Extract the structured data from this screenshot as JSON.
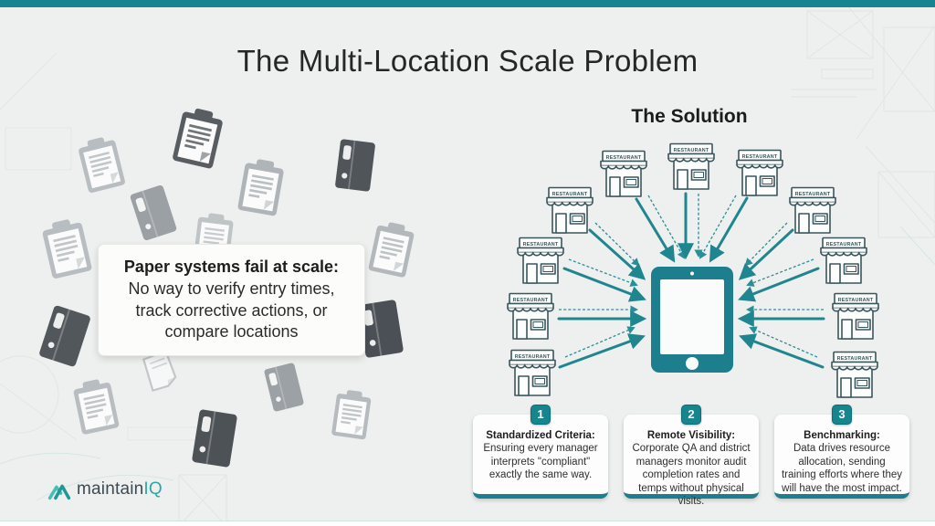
{
  "slide": {
    "title": "The Multi-Location Scale Problem",
    "colors": {
      "accent_teal": "#15868f",
      "tablet_teal": "#1d7f8d",
      "arrow_teal": "#1f868f",
      "restaurant_outline": "#3a565c",
      "dark_icon_gray": "#50555a",
      "light_icon_gray": "#b7bdc0",
      "background": "#eef0ef"
    }
  },
  "problem": {
    "callout_heading": "Paper systems fail at scale:",
    "callout_body": "No way to verify entry times, track corrective actions, or compare locations"
  },
  "solution": {
    "heading": "The Solution",
    "restaurant_label": "RESTAURANT",
    "location_count": 11,
    "cards": [
      {
        "number": "1",
        "title": "Standardized Criteria:",
        "body": "Ensuring every manager interprets \"compliant\" exactly the same way."
      },
      {
        "number": "2",
        "title": "Remote Visibility:",
        "body": "Corporate QA and district managers monitor audit completion rates and temps without physical visits."
      },
      {
        "number": "3",
        "title": "Benchmarking:",
        "body": "Data drives resource allocation, sending training efforts where they will have the most impact."
      }
    ]
  },
  "branding": {
    "logo_main": "maintain",
    "logo_suffix": "IQ"
  },
  "icons": [
    "clipboard-icon",
    "binder-icon",
    "paper-icon",
    "restaurant-icon",
    "tablet-icon",
    "arrow-solid",
    "arrow-dashed",
    "logo-mark-icon"
  ]
}
